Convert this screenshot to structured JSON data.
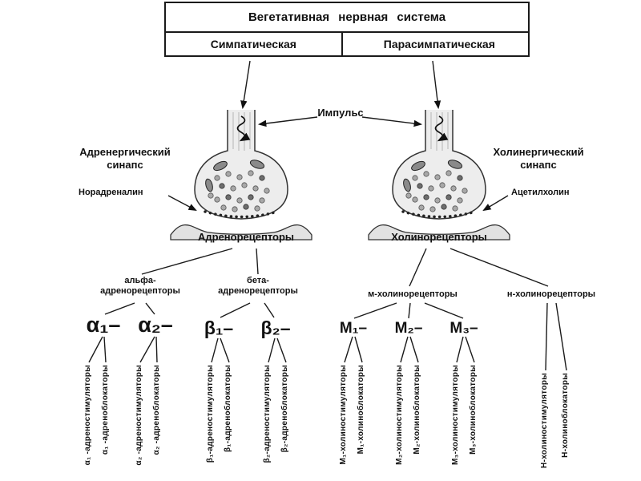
{
  "header": {
    "title": "Вегетативная  нервная  система",
    "branch_left": "Симпатическая",
    "branch_right": "Парасимпатическая"
  },
  "impulse_label": "Импульс",
  "left_synapse": {
    "name": "Адренергический\nсинапс",
    "mediator": "Норадреналин",
    "receptor_row": "Адренорецепторы"
  },
  "right_synapse": {
    "name": "Холинергический\nсинапс",
    "mediator": "Ацетилхолин",
    "receptor_row": "Холинорецепторы"
  },
  "groups": {
    "alpha": "альфа-\nадренорецепторы",
    "beta": "бета-\nадренорецепторы",
    "m": "м-холинорецепторы",
    "n": "н-холинорецепторы"
  },
  "subtypes": [
    {
      "label": "α₁–",
      "stim": "α₁ -адреностимуляторы",
      "block": "α₁ -адреноблокаторы"
    },
    {
      "label": "α₂–",
      "stim": "α₂ -адреностимуляторы",
      "block": "α₂ -адреноблокаторы"
    },
    {
      "label": "β₁–",
      "stim": "β₁-адреностимуляторы",
      "block": "β₁-адреноблокаторы"
    },
    {
      "label": "β₂–",
      "stim": "β₂-адреностимуляторы",
      "block": "β₂-адреноблокаторы"
    },
    {
      "label": "М₁–",
      "stim": "М₁-холиностимуляторы",
      "block": "М₁-холиноблокаторы"
    },
    {
      "label": "М₂–",
      "stim": "М₂-холиностимуляторы",
      "block": "М₂-холиноблокаторы"
    },
    {
      "label": "М₃–",
      "stim": "М₃-холиностимуляторы",
      "block": "М₃-холиноблокаторы"
    }
  ],
  "n_drugs": {
    "stim": "Н-холиностимуляторы",
    "block": "Н-холиноблокаторы"
  },
  "colors": {
    "ink": "#1a1a1a",
    "background": "#ffffff"
  }
}
